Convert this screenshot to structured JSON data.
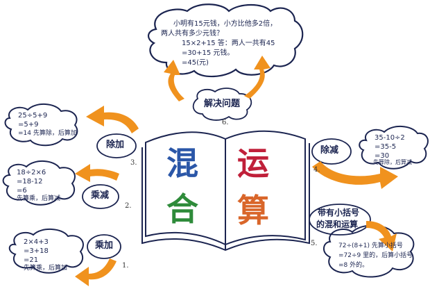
{
  "title": {
    "left_top": "混",
    "left_bottom": "合",
    "right_top": "运",
    "right_bottom": "算"
  },
  "colors": {
    "hun": "#2b57a8",
    "he": "#2e8b3a",
    "yun": "#c0203a",
    "suan": "#d9662a",
    "arrow": "#f0921e",
    "ink": "#1b2450"
  },
  "branches": [
    {
      "num": "1.",
      "label": "乘加",
      "cloud": [
        "2×4+3",
        "=3+18",
        "=21",
        "先算乘，后算加"
      ]
    },
    {
      "num": "2.",
      "label": "乘减",
      "cloud": [
        "18÷2×6",
        "=18-12",
        "=6",
        "先算乘，后算减"
      ]
    },
    {
      "num": "3.",
      "label": "除加",
      "cloud": [
        "25÷5+9",
        "=5+9",
        "=14 先算除，后算加"
      ]
    },
    {
      "num": "4.",
      "label": "除减",
      "cloud": [
        "35-10÷2",
        "=35-5",
        "=30",
        "先算除，后算减"
      ]
    },
    {
      "num": "5.",
      "label": "带有小括号的混和运算",
      "label_lines": [
        "带有小括号",
        "的混和运算"
      ],
      "cloud": [
        "72÷(8+1) 先算小括号",
        "=72÷9  里的，后算小括号",
        "=8  外的。"
      ]
    },
    {
      "num": "6.",
      "label": "解决问题",
      "cloud": [
        "小明有15元钱，小方比他多2倍，",
        "两人共有多少元钱？",
        "15×2+15   答：两人一共有45",
        "=30+15    元钱。",
        "=45(元)"
      ]
    }
  ]
}
